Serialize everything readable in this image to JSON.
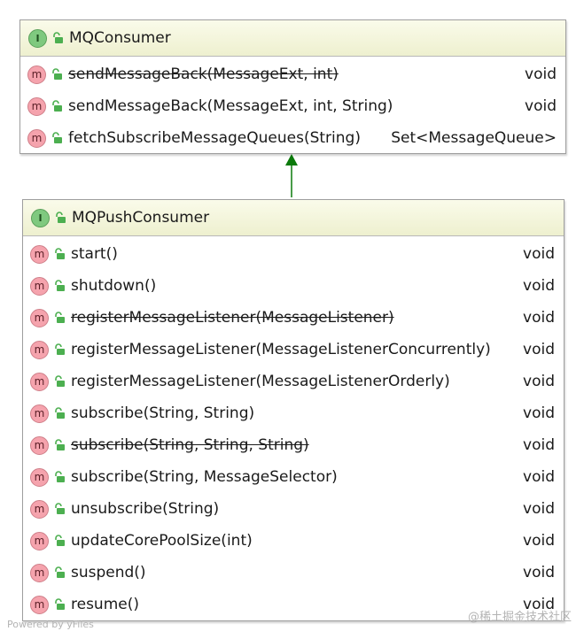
{
  "mq_consumer": {
    "badge": "I",
    "title": "MQConsumer",
    "methods": [
      {
        "badge": "m",
        "name": "sendMessageBack(MessageExt, int)",
        "return": "void",
        "deprecated": true
      },
      {
        "badge": "m",
        "name": "sendMessageBack(MessageExt, int, String)",
        "return": "void",
        "deprecated": false
      },
      {
        "badge": "m",
        "name": "fetchSubscribeMessageQueues(String)",
        "return": "Set<MessageQueue>",
        "deprecated": false
      }
    ]
  },
  "mq_push_consumer": {
    "badge": "I",
    "title": "MQPushConsumer",
    "methods": [
      {
        "badge": "m",
        "name": "start()",
        "return": "void",
        "deprecated": false
      },
      {
        "badge": "m",
        "name": "shutdown()",
        "return": "void",
        "deprecated": false
      },
      {
        "badge": "m",
        "name": "registerMessageListener(MessageListener)",
        "return": "void",
        "deprecated": true
      },
      {
        "badge": "m",
        "name": "registerMessageListener(MessageListenerConcurrently)",
        "return": "void",
        "deprecated": false
      },
      {
        "badge": "m",
        "name": "registerMessageListener(MessageListenerOrderly)",
        "return": "void",
        "deprecated": false
      },
      {
        "badge": "m",
        "name": "subscribe(String, String)",
        "return": "void",
        "deprecated": false
      },
      {
        "badge": "m",
        "name": "subscribe(String, String, String)",
        "return": "void",
        "deprecated": true
      },
      {
        "badge": "m",
        "name": "subscribe(String, MessageSelector)",
        "return": "void",
        "deprecated": false
      },
      {
        "badge": "m",
        "name": "unsubscribe(String)",
        "return": "void",
        "deprecated": false
      },
      {
        "badge": "m",
        "name": "updateCorePoolSize(int)",
        "return": "void",
        "deprecated": false
      },
      {
        "badge": "m",
        "name": "suspend()",
        "return": "void",
        "deprecated": false
      },
      {
        "badge": "m",
        "name": "resume()",
        "return": "void",
        "deprecated": false
      }
    ]
  },
  "colors": {
    "header_top": "#fafbea",
    "header_bottom": "#eef0cf",
    "interface_badge": "#7fc97f",
    "method_badge": "#f5a3ad",
    "lock_icon": "#4caf50",
    "inheritance_arrow": "#0a7a0a"
  },
  "icons": {
    "interface": "interface-badge-icon",
    "method": "method-badge-icon",
    "visibility": "public-lock-icon",
    "arrow": "inheritance-arrow-icon"
  },
  "footer": {
    "powered_by": "Powered by yFiles",
    "watermark": "@稀土掘金技术社区"
  }
}
